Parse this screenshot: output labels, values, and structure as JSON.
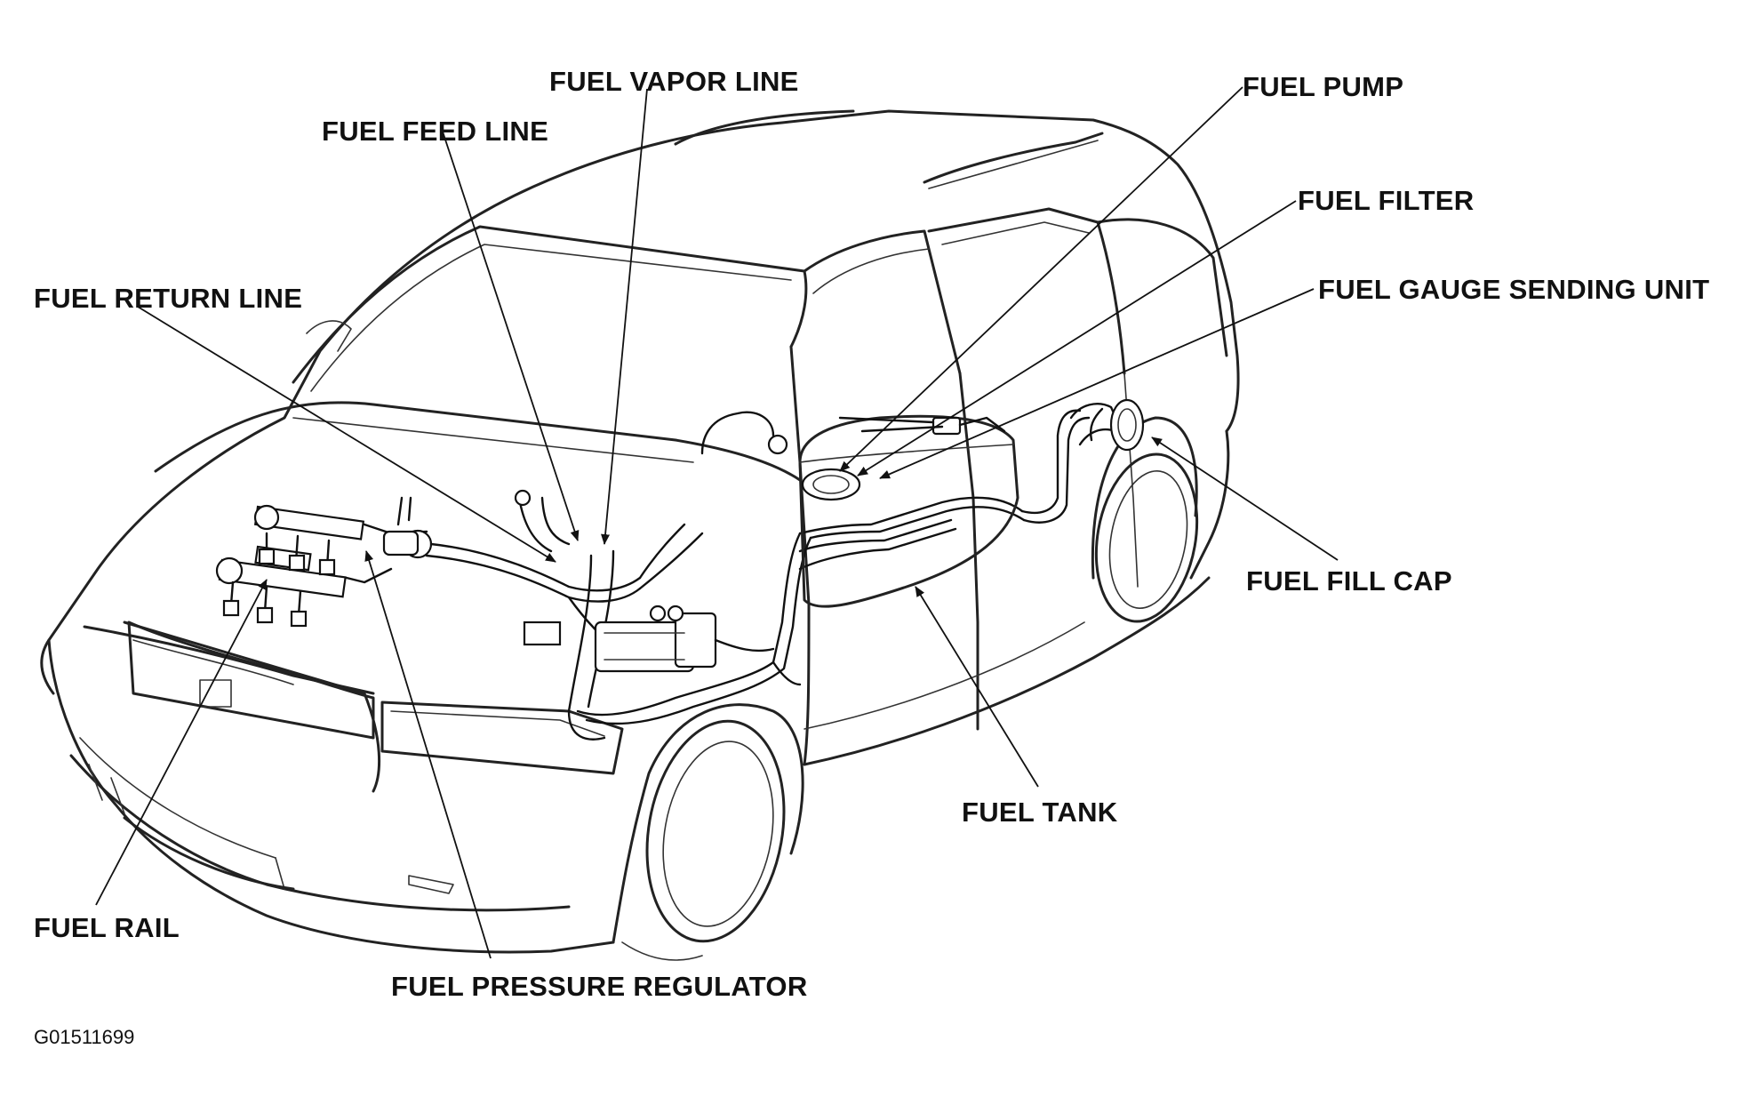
{
  "labels": {
    "fuel_vapor_line": "FUEL VAPOR LINE",
    "fuel_feed_line": "FUEL FEED LINE",
    "fuel_return_line": "FUEL RETURN LINE",
    "fuel_pump": "FUEL PUMP",
    "fuel_filter": "FUEL FILTER",
    "fuel_gauge_sending_unit": "FUEL GAUGE SENDING UNIT",
    "fuel_fill_cap": "FUEL FILL CAP",
    "fuel_tank": "FUEL TANK",
    "fuel_rail": "FUEL RAIL",
    "fuel_pressure_regulator": "FUEL PRESSURE REGULATOR"
  },
  "figure_id": "G01511699"
}
